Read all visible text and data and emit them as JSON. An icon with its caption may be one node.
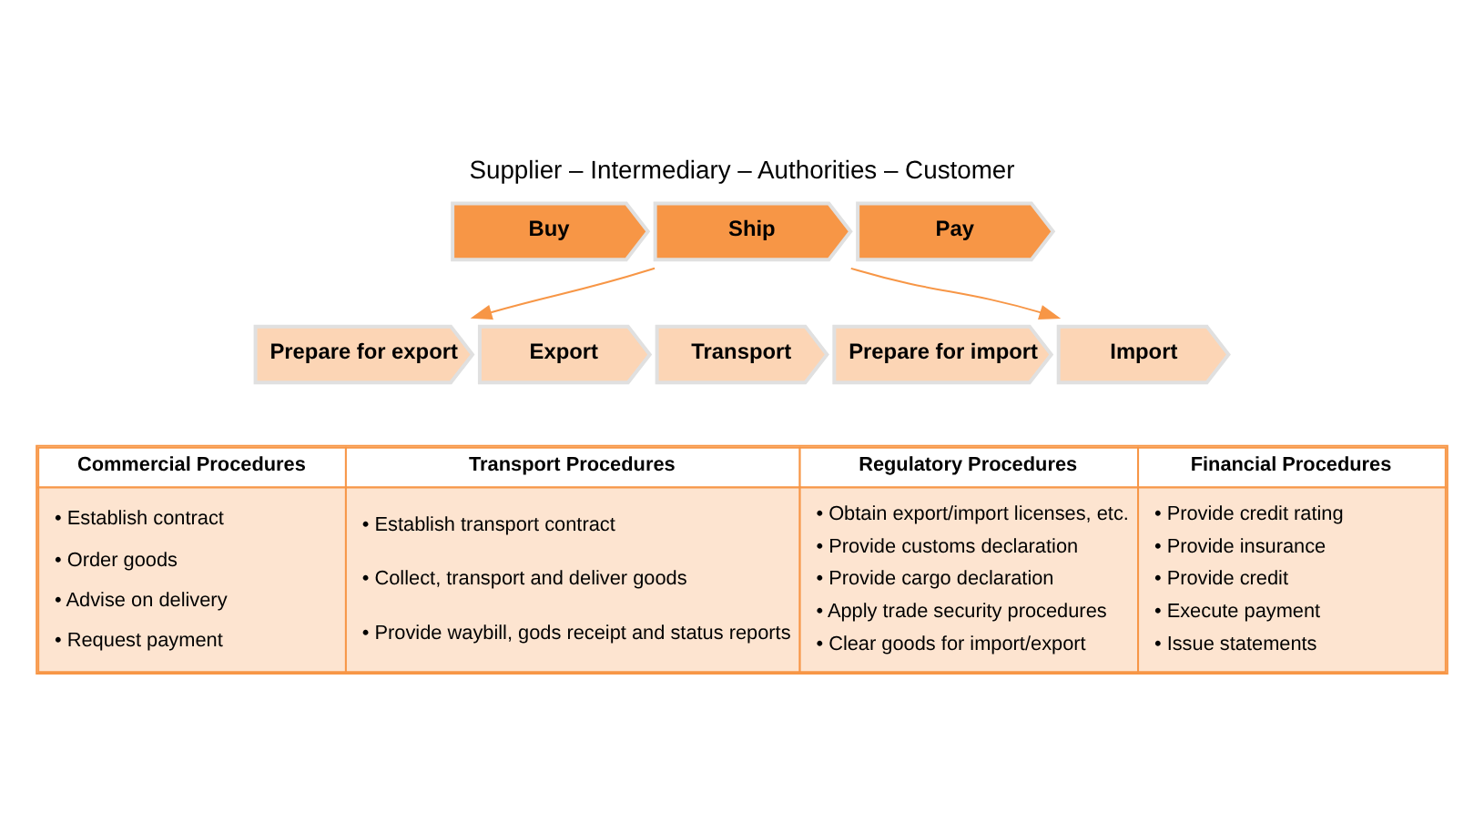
{
  "diagram": {
    "title": "Supplier – Intermediary – Authorities – Customer",
    "nodes": [
      {
        "text": [
          "Buy"
        ]
      },
      {
        "text": [
          "Ship"
        ]
      },
      {
        "text": [
          "Pay"
        ]
      },
      {
        "text": [
          "Prepare for export"
        ]
      },
      {
        "text": [
          "Export"
        ]
      },
      {
        "text": [
          "Transport"
        ]
      },
      {
        "text": [
          "Prepare for import"
        ]
      },
      {
        "text": [
          "Import"
        ]
      }
    ],
    "edges": [
      {
        "from": 1,
        "to": 3,
        "arrow": "to"
      },
      {
        "from": 1,
        "to": 7,
        "arrow": "to"
      }
    ],
    "labels": [
      "Commercial Procedures",
      "Transport Procedures",
      "Regulatory Procedures",
      "Financial Procedures",
      "• Establish contract",
      "• Order goods",
      "• Advise on delivery",
      "• Request payment",
      "• Establish transport contract",
      "• Collect, transport and deliver goods",
      "• Provide waybill, gods receipt and status reports",
      "• Obtain export/import licenses, etc.",
      "• Provide customs declaration",
      "• Provide cargo declaration",
      "• Apply trade security procedures",
      "• Clear goods for import/export",
      "• Provide credit rating",
      "• Provide insurance",
      "• Provide credit",
      "• Execute payment",
      "• Issue statements"
    ]
  }
}
